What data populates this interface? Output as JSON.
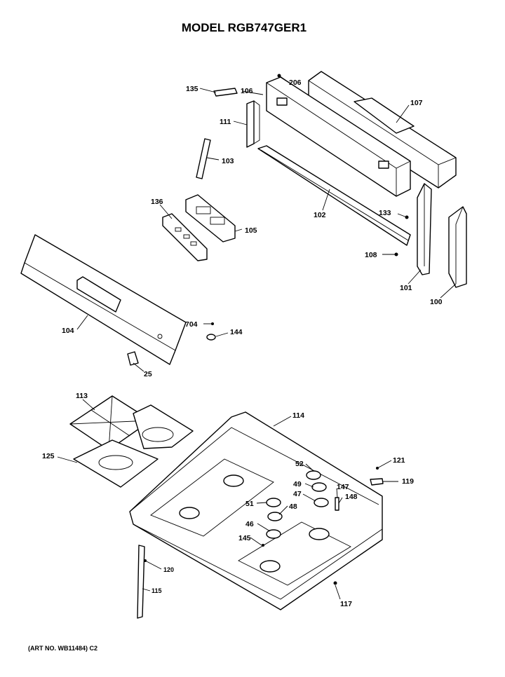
{
  "title": "MODEL RGB747GER1",
  "footer": "(ART NO. WB11484) C2",
  "labels": {
    "p135": "135",
    "p106": "106",
    "p206": "206",
    "p107": "107",
    "p111": "111",
    "p103": "103",
    "p102": "102",
    "p136": "136",
    "p105": "105",
    "p133": "133",
    "p108": "108",
    "p101": "101",
    "p100": "100",
    "p104": "104",
    "p704": "704",
    "p144": "144",
    "p25": "25",
    "p113": "113",
    "p125": "125",
    "p114": "114",
    "p52": "52",
    "p121": "121",
    "p119": "119",
    "p49": "49",
    "p147": "147",
    "p47": "47",
    "p148": "148",
    "p51": "51",
    "p48": "48",
    "p46": "46",
    "p145": "145",
    "p120": "120",
    "p115": "115",
    "p117": "117"
  }
}
